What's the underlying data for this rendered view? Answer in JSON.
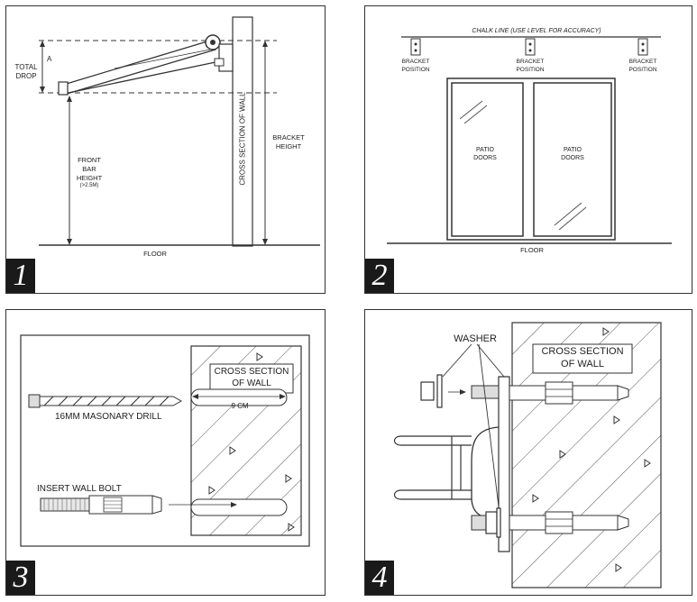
{
  "panels": [
    {
      "number": "1",
      "labels": {
        "total": "TOTAL",
        "drop": "DROP",
        "a": "A",
        "front": "FRONT",
        "bar": "BAR",
        "height": "HEIGHT",
        "min": "(>2.5M)",
        "wall": "CROSS SECTION OF WALL",
        "bracket": "BRACKET",
        "bracket_height": "HEIGHT",
        "floor": "FLOOR"
      }
    },
    {
      "number": "2",
      "labels": {
        "chalk_line": "CHALK LINE (USE LEVEL FOR ACCURACY)",
        "bracket": "BRACKET",
        "position": "POSITION",
        "patio": "PATIO",
        "doors": "DOORS",
        "floor": "FLOOR"
      }
    },
    {
      "number": "3",
      "labels": {
        "cross_section": "CROSS SECTION",
        "of_wall": "OF WALL",
        "distance": "9 CM",
        "drill": "16MM MASONARY DRILL",
        "insert": "INSERT WALL BOLT"
      }
    },
    {
      "number": "4",
      "labels": {
        "washer": "WASHER",
        "cross_section": "CROSS SECTION",
        "of_wall": "OF WALL"
      }
    }
  ],
  "colors": {
    "line": "#333333",
    "hatch": "#555555",
    "background": "#ffffff"
  }
}
